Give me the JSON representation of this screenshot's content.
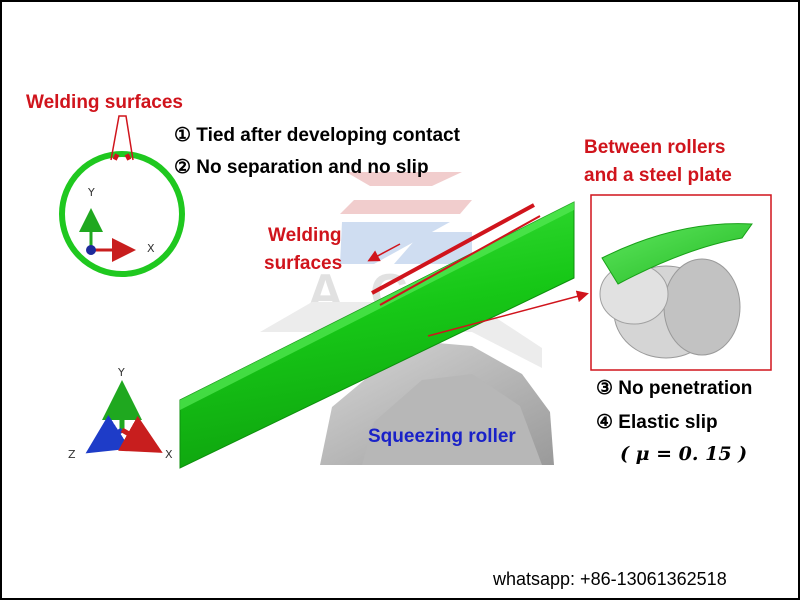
{
  "labels": {
    "welding_surfaces_top": "Welding surfaces",
    "condition_1": "① Tied after developing contact",
    "condition_2": "② No separation and no slip",
    "between_line1": "Between rollers",
    "between_line2": "and a steel plate",
    "welding_mid_line1": "Welding",
    "welding_mid_line2": "surfaces",
    "condition_3": "③ No penetration",
    "condition_4": "④ Elastic slip",
    "friction": "( μ = 0. 15 )",
    "squeezing_roller": "Squeezing roller",
    "contact": "whatsapp: +86-13061362518"
  },
  "axes": {
    "small": {
      "y": "Y",
      "x": "X"
    },
    "triad": {
      "y": "Y",
      "z": "Z",
      "x": "X"
    }
  },
  "watermark": {
    "text": "ACA"
  },
  "colors": {
    "annotation_red": "#d0141c",
    "tube_green": "#1fd11f",
    "roller_gray": "#b4b4b4",
    "roller_label_blue": "#1a22c8",
    "axis_y_green": "#1fa81f",
    "axis_x_red": "#c81e1e",
    "axis_z_blue": "#1e3cc8"
  }
}
